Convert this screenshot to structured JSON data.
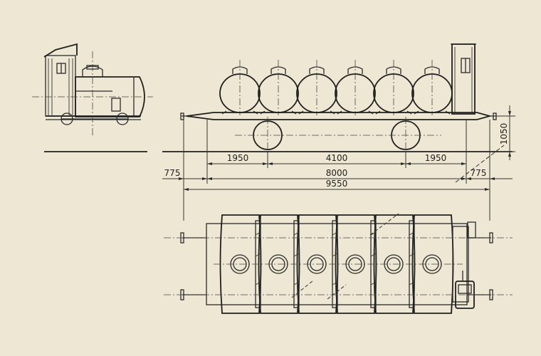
{
  "dimensions": {
    "seg_left": "1950",
    "seg_mid": "4100",
    "seg_right": "1950",
    "overhang_left": "775",
    "total_wheelbase": "8000",
    "overhang_right": "775",
    "total_length": "9550",
    "height": "1050"
  },
  "drawing": {
    "tank_count": 6,
    "line_color": "#2b2b2b",
    "paper_color": "#ede7d3"
  }
}
